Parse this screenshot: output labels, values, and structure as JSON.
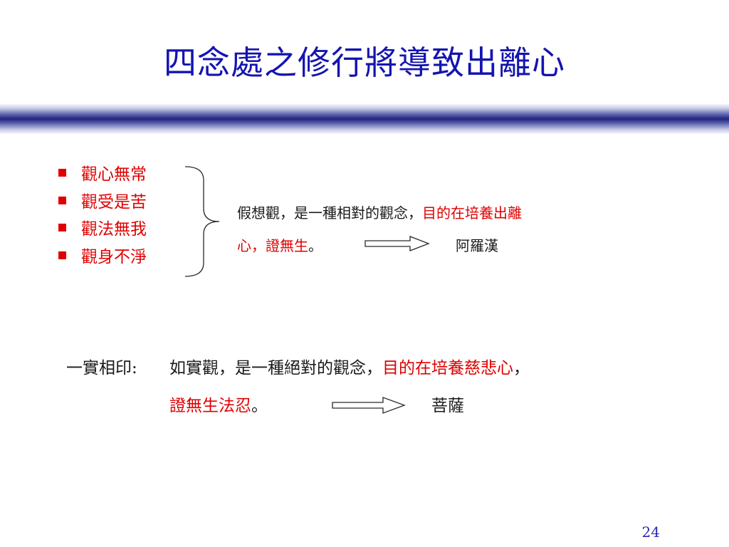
{
  "slide": {
    "title": "四念處之修行將導致出離心",
    "bullets": [
      "觀心無常",
      "觀受是苦",
      "觀法無我",
      "觀身不淨"
    ],
    "relative": {
      "line1_black": "假想觀，是一種相對的觀念，",
      "line1_red": "目的在培養出離",
      "line2_red": "心，證無生",
      "line2_black": "。",
      "result": "阿羅漢"
    },
    "absolute": {
      "label": "一實相印:",
      "line1_black": "如實觀，是一種絕對的觀念，",
      "line1_red": "目的在培養慈悲心",
      "line1_tail": "，",
      "line2_red": "證無生法忍",
      "line2_black": "。",
      "result": "菩薩"
    },
    "page_number": "24"
  },
  "colors": {
    "title": "#1414b0",
    "red": "#e00000",
    "band_dark": "#24247a",
    "page_number": "#2a2ab0"
  }
}
